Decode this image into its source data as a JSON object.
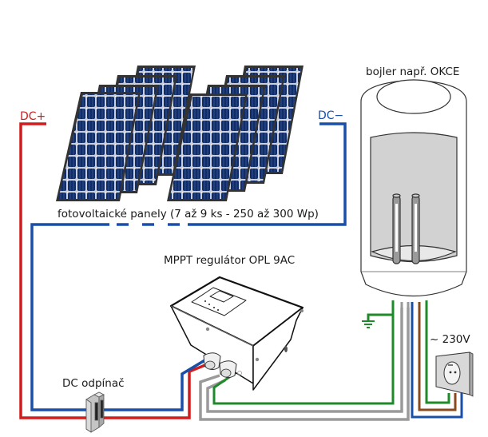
{
  "diagram": {
    "title": "Fotovoltaický ohřev vody – schéma zapojení",
    "labels": {
      "dc_plus": "DC+",
      "dc_minus": "DC−",
      "panels": "fotovoltaické panely (7 až 9 ks - 250 až 300 Wp)",
      "regulator": "MPPT regulátor OPL 9AC",
      "boiler": "bojler např. OKCE",
      "disconnector": "DC odpínač",
      "ac_voltage": "~  230V"
    },
    "components": [
      {
        "id": "solar-panels",
        "name": "fotovoltaické panely",
        "count_range": "7 až 9 ks",
        "power_range": "250 až 300 Wp"
      },
      {
        "id": "dc-disconnector",
        "name": "DC odpínač"
      },
      {
        "id": "mppt-regulator",
        "name": "MPPT regulátor OPL 9AC"
      },
      {
        "id": "boiler",
        "name": "bojler např. OKCE"
      },
      {
        "id": "wall-socket",
        "name": "zásuvka",
        "voltage": "230V"
      }
    ],
    "wires": [
      {
        "id": "dc-positive",
        "color": "#d01c1c",
        "from": "solar-panels",
        "to": "mppt-regulator",
        "via": "dc-disconnector"
      },
      {
        "id": "dc-negative",
        "color": "#1a4fa8",
        "from": "solar-panels",
        "to": "mppt-regulator",
        "via": "dc-disconnector"
      },
      {
        "id": "ground",
        "color": "#1f8a2a",
        "from": "mppt-regulator",
        "to": "boiler"
      },
      {
        "id": "heater-1",
        "color": "#9a9a9a",
        "from": "mppt-regulator",
        "to": "boiler"
      },
      {
        "id": "heater-2",
        "color": "#9a9a9a",
        "from": "mppt-regulator",
        "to": "boiler"
      },
      {
        "id": "ac-neutral",
        "color": "#1a4fa8",
        "from": "boiler",
        "to": "wall-socket"
      },
      {
        "id": "ac-live",
        "color": "#8a4a1c",
        "from": "boiler",
        "to": "wall-socket"
      },
      {
        "id": "ac-ground",
        "color": "#1f8a2a",
        "from": "boiler",
        "to": "wall-socket"
      }
    ],
    "colors": {
      "dc_plus": "#d01c1c",
      "dc_minus": "#1a4fa8",
      "ground": "#1f8a2a",
      "neutral_gray": "#9a9a9a",
      "live_brown": "#8a4a1c",
      "panel_cell": "#0f2c6b",
      "panel_frame": "#3a3a3a",
      "boiler_inner": "#d2d2d2"
    }
  }
}
